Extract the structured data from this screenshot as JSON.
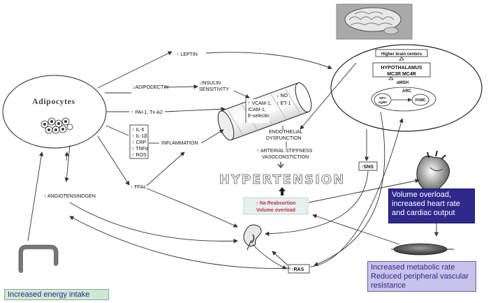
{
  "adipocytes": {
    "label": "Adipocytes"
  },
  "arrows": {
    "leptin": "↑ LEPTIN",
    "adiponectin": "↓ADIPODECTIN",
    "insulin_sensitivity_1": "↓INSULIN",
    "insulin_sensitivity_2": "SENSITIVITY",
    "pai1": "↑ PAI-1, Tx-A2",
    "inflammation": "INFLAMMATION",
    "ffas": "↑ FFAs",
    "angiotensinogen": "↑ ANGIOTENSINOGEN"
  },
  "inflammatory_markers": [
    "↑ IL-6",
    "↑ IL-1β",
    "↑ CRP",
    "↑ TNFα",
    "↑ ROS"
  ],
  "vessel": {
    "adhesion": [
      "↑ VCAM-1,",
      "ICAM-1,",
      "E-selectin"
    ],
    "no": "↓ NO",
    "et1": "↑ ET-1"
  },
  "endothelial": [
    "ENDOTHELIAL",
    "DYSFUNCTION"
  ],
  "arterial": [
    "↑ ARTERIAL STIFFNESS",
    "VASOCONSTICTION"
  ],
  "hypertension": "HYPERTENSION",
  "na_box": {
    "line1": "↑ Na Reabsortion",
    "line2": "Volume overload"
  },
  "brain": {
    "higher": "Higher brain centers",
    "hypothalamus": "HYPOTHALAMUS",
    "receptors": "MC3R    MC4R",
    "amsh": "αMSH",
    "arc": "ARC",
    "npy": "NPY",
    "agrp": "AgRP",
    "pomc": "POMC"
  },
  "sns": "↑SNS",
  "ras": "↑RAS",
  "heart_box": "Volume overload, increased heart rate and cardiac output",
  "muscle_box": "Increased metabolic rate Reduced peripheral vascular resistance",
  "energy_box": "Increased energy intake",
  "colors": {
    "heart_box_bg": "#2e2a8c",
    "muscle_box_bg": "#c9c2ea",
    "muscle_box_text": "#2e2a8c",
    "energy_box_bg": "#cfe8d6",
    "energy_box_text": "#2e2a8c",
    "na_box_bg": "#e6f0ee",
    "na_box_text": "#c0304a"
  }
}
